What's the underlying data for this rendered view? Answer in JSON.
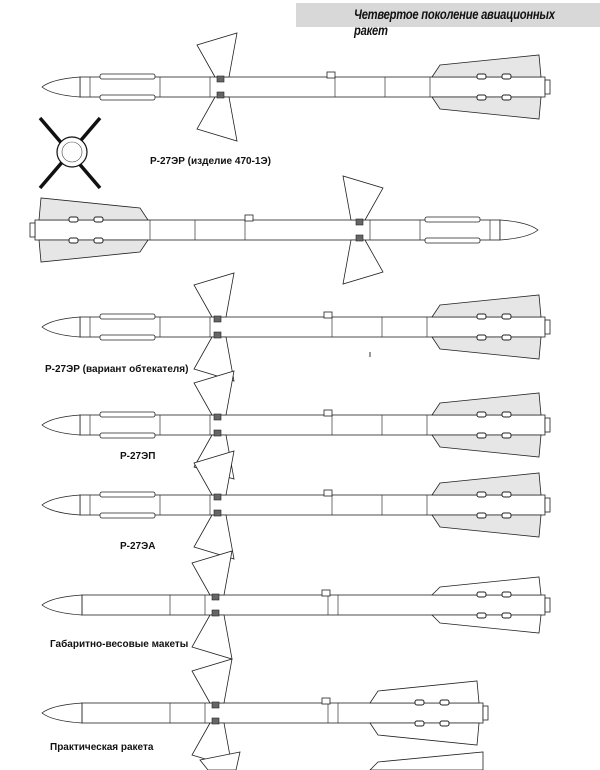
{
  "header": {
    "title": "Четвертое поколение авиационных ракет"
  },
  "captions": [
    "Р-27ЭР (изделие 470-1Э)",
    "Р-27ЭР (вариант обтекателя)",
    "Р-27ЭП",
    "Р-27ЭА",
    "Габаритно-весовые макеты",
    "Практическая ракета"
  ]
}
